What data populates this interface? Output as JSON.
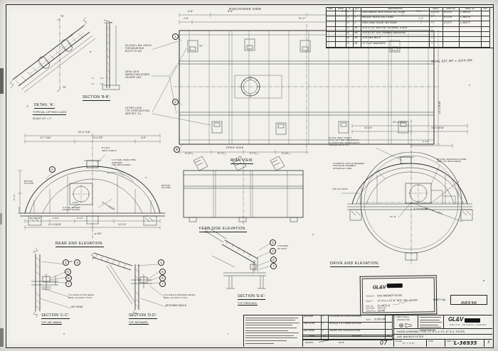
{
  "frame": {
    "total_note": "TOTAL EST. WT = 2024 LBS.",
    "part_no_label": "PART No.",
    "part_no_value": "66936"
  },
  "callouts": {
    "1": "1",
    "2": "2",
    "3": "3",
    "4": "4",
    "5": "5",
    "6": "6",
    "7": "7"
  },
  "plan": {
    "discharge_side": "DISCHARGE SIDE",
    "feed_side": "FEED SIDE",
    "title": "PLAN VIEW.",
    "d_flag": "\"D\"",
    "dims": {
      "t1": "3'-6\"",
      "t2": "8'-6\"",
      "t3": "8'-6\"",
      "t4": "3'-6\"",
      "s1": "2'-6\"",
      "s2": "21'-0\"",
      "s3": "2'-6\"",
      "b0": "4\"",
      "b1": "5'-4½\"△",
      "b2": "5'-7¼\"△",
      "b3": "5'-7¼\"△",
      "b4": "5'-4½\"△",
      "r1": "10'-4 15/16\""
    },
    "notes": {
      "holes": [
        "20-13/16\"⌀ DIA. HOLES",
        "FOR MOUNTING",
        "BOLTS TO VAT"
      ],
      "doors": [
        "18\"W x 24\"H",
        "INSPECTION DOORS",
        "ON DRIP LIPS"
      ],
      "lugs": [
        "LIFTING LUGS",
        "TYP. 4 PER SECTION",
        "(SEE DET. 'A')"
      ]
    }
  },
  "detail_a": {
    "tri": "△",
    "title": "DETAIL 'A':",
    "sub": "TYPICAL LIFTING LUGS",
    "scale": "SCALE 1½\" = 1\"",
    "flag_top": "\"B\"",
    "flag_bot": "\"B\"",
    "d1": "1 7/16\"",
    "d2": "8\""
  },
  "section_bb": {
    "title": "SECTION 'B-B':",
    "d3": "¾\"",
    "d4": "1¾\"",
    "d5": "⅜\"",
    "d6": "1¼\""
  },
  "rear": {
    "title": "REAR END ELEVATION.",
    "dims": {
      "total": "20'-4 7/16\"",
      "a": "6'-7 7/16\"",
      "b": "10'-4 7/8\"",
      "c": "4'-8\"",
      "e": "2'-0¼\"",
      "f": "2'-1 13/16\"",
      "g": "2'-6⅝\"",
      "h": "6'-2⅞\"",
      "i": "10'-4 15/16\"",
      "j": "10'-1⅛\"",
      "k": "5'-1⅞\"",
      "l": "1'-6⅞\""
    },
    "notes": {
      "vent": [
        "8\"⌀ DIA.",
        "VENT CONN'T"
      ],
      "wash": [
        "1'-3\" RAD. WASH PIPE",
        "SUPPORT",
        "TYP. BOTH ENDS."
      ],
      "door": [
        "2'-0\" SQ. HINGED",
        "ACCESS DOORS",
        "(TYP. BOTH ENDS)"
      ],
      "flag_a": "A",
      "cl_cyl": "℄ CYLINDER",
      "cl_vat": "℄ VAT.",
      "bot_l1": "BOTTOM",
      "bot_l2": "OF HOOD",
      "bot_r1": "BOTTOM",
      "bot_r2": "OF HOOD"
    }
  },
  "feed_elev": {
    "title": "FEED SIDE ELEVATION."
  },
  "drive": {
    "title": "DRIVE END ELEVATION.",
    "dims": {
      "total": "20'-1 15/16\"",
      "l": "10'-1⅛\"",
      "r": "10'-0 13/16\"",
      "c": "6'-7¾\"",
      "rad": "5¾\" R.",
      "dia": "15'-6\" DIA. (REF.)"
    },
    "notes": {
      "vent": [
        "8\"⌀ DIA. VENT CONN'T",
        "7¼\"⌀ x 1½\" THK. TOP ON FLG.",
        "10-13/16\"⌀ DIA. HOLES EQU'LY",
        "SPACED ON 9½\" B.C."
      ],
      "bolts": [
        "⅜\"⌀ BOLTS, NUTS & WASHERS",
        "FOR HOOD ASSEMBLY",
        "STAND'D EA. SIDE"
      ],
      "manhole": [
        "20\"⌀ DIA. MANHOLE & DOOR",
        "(REF. TYP. BOTH ENDS)"
      ],
      "trun": "TOP OF TRUN.",
      "cl_cyl": "℄ CYLINDER"
    }
  },
  "cc": {
    "title": "SECTION 'C-C':",
    "sub": "TYP. VAT HEADS.",
    "or": "OR",
    "note": [
      "⅝\"⌀ HOLE IN VAT HEAD",
      "DRILL AT ASS'Y (TYP.)"
    ],
    "vat": "VAT HEAD"
  },
  "dd": {
    "title": "SECTION 'D-D':",
    "sub": "TYP. RETAINER.",
    "note": [
      "⅝\"⌀ HOLE & SQUARE HOLES",
      "DRILL AT ASS'Y (TYP.)"
    ],
    "ret": "RETAINER ANGLE"
  },
  "ee": {
    "title": "SECTION 'E-E':",
    "sub": "TYP. FEED BOX.",
    "places": [
      "4 PLACES",
      "AT ASSY."
    ]
  },
  "parts_table": {
    "header_rows": [
      [
        "REV.",
        "DATE",
        "IT.",
        "QTY.",
        "DESCRIPTION",
        "MAT'L.",
        "PART No.",
        "DWG. No.",
        "WT."
      ]
    ],
    "rows": [
      [
        "",
        "",
        "1",
        "1",
        "DISCHARGE SIDE HOOD SECTIONS",
        "316 SS",
        "67475",
        "L-36676",
        ""
      ],
      [
        "",
        "",
        "2",
        "1",
        "MIDDLE HOOD SECTIONS",
        "〃",
        "67476",
        "L-36676",
        ""
      ],
      [
        "",
        "",
        "3",
        "1",
        "FEED SIDE HOOD SECTIONS",
        "〃",
        "67477",
        "L-36677",
        ""
      ],
      [
        "",
        "",
        "4",
        "36",
        "⅝\"⌀ x 1¾\" HEX HD. SCREWS, STEEL",
        "〃",
        "",
        "",
        ""
      ],
      [
        "",
        "",
        "5",
        "36",
        "⅝\"⌀ x 1¾\" O.D. RUBBER WASHERS",
        "〃",
        "",
        "",
        ""
      ],
      [
        "",
        "",
        "6",
        "36",
        "⅝\"⌀ HEX NUTS",
        "〃",
        "",
        "",
        ""
      ],
      [
        "",
        "",
        "7",
        "36",
        "⅝\" FLAT WASHERS",
        "〃",
        "",
        "",
        ""
      ]
    ]
  },
  "stamp": {
    "logo": "GL&V",
    "rows": [
      {
        "label": "PRODUCT:",
        "value": "GAS WASHER FILTER"
      },
      {
        "label": "EQUIP'T:",
        "value": "15'-6\"⌀ x 23'-6\" ROT. VAC. FILTER"
      },
      {
        "label": "W.O. No:",
        "value": "31-4655-B"
      },
      {
        "label": "ORDER No:",
        "value": "16336"
      }
    ],
    "chk_label": "CH'K'D BY:",
    "app_label": "APP'D BY:",
    "date_label": "DATE:",
    "date_value": "9 JUN 99"
  },
  "title_block": {
    "third_angle": [
      "THIRD ANGLE",
      "PROJECTION"
    ],
    "company": "GL&V",
    "company_sub": "ORILLIA, ONTARIO, CANADA",
    "title1": "HOOD ASSEMBLY FOR 15'-6\"⌀ x 23'-6\" R.V. FILTER",
    "title2": "GAS WASHER FILTER",
    "scale_label": "SCALE:",
    "scale_value": "⅜\" = 1'-0\"",
    "date_label": "DATE",
    "dwg_label": "DWG. No.",
    "dwg_no": "L-36935",
    "sheet": "3",
    "rev_header_rows": [
      [
        "DATE",
        "No.",
        "REVISION",
        "BY"
      ]
    ],
    "revisions": [
      [
        "JUN 8/99",
        "2",
        "LOCATION OF HOLES REVISED",
        ""
      ],
      [
        "FEB 24/99",
        "1",
        "DETAILS 2 & 3 WERE REVISED",
        ""
      ],
      [
        "JAN 29/99",
        "0",
        "ISSUED FOR CONSTRUCTION",
        ""
      ]
    ],
    "drawn_label": "DRAWN",
    "drawn_date_label": "DATE",
    "script_mark": "07"
  }
}
